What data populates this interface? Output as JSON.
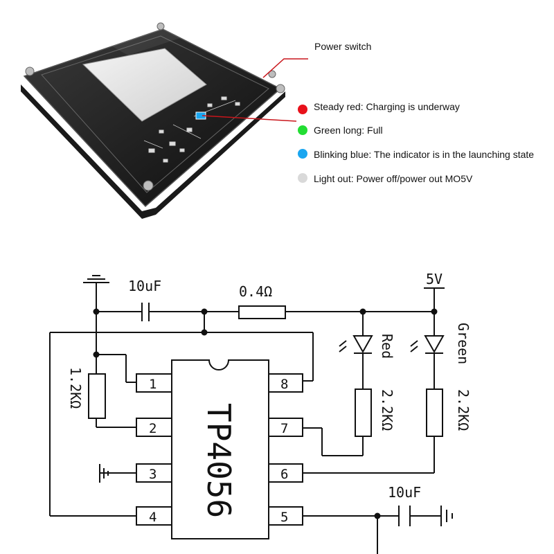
{
  "device": {
    "callout": "Power switch",
    "legend": [
      {
        "color": "#e8111b",
        "label": "Steady red: Charging is underway"
      },
      {
        "color": "#22dd33",
        "label": "Green long: Full"
      },
      {
        "color": "#1aa6f0",
        "label": "Blinking blue: The indicator is in the launching state"
      },
      {
        "color": "#d9d9d9",
        "label": "Light out: Power off/power out MO5V"
      }
    ]
  },
  "schematic": {
    "ic_label": "TP4056",
    "pins": [
      "1",
      "2",
      "3",
      "4",
      "5",
      "6",
      "7",
      "8"
    ],
    "cap_top": "10uF",
    "cap_bottom": "10uF",
    "res_sense": "0.4Ω",
    "res_prog": "1.2KΩ",
    "res_red": "2.2KΩ",
    "res_green": "2.2KΩ",
    "led_red": "Red",
    "led_green": "Green",
    "supply": "5V"
  }
}
